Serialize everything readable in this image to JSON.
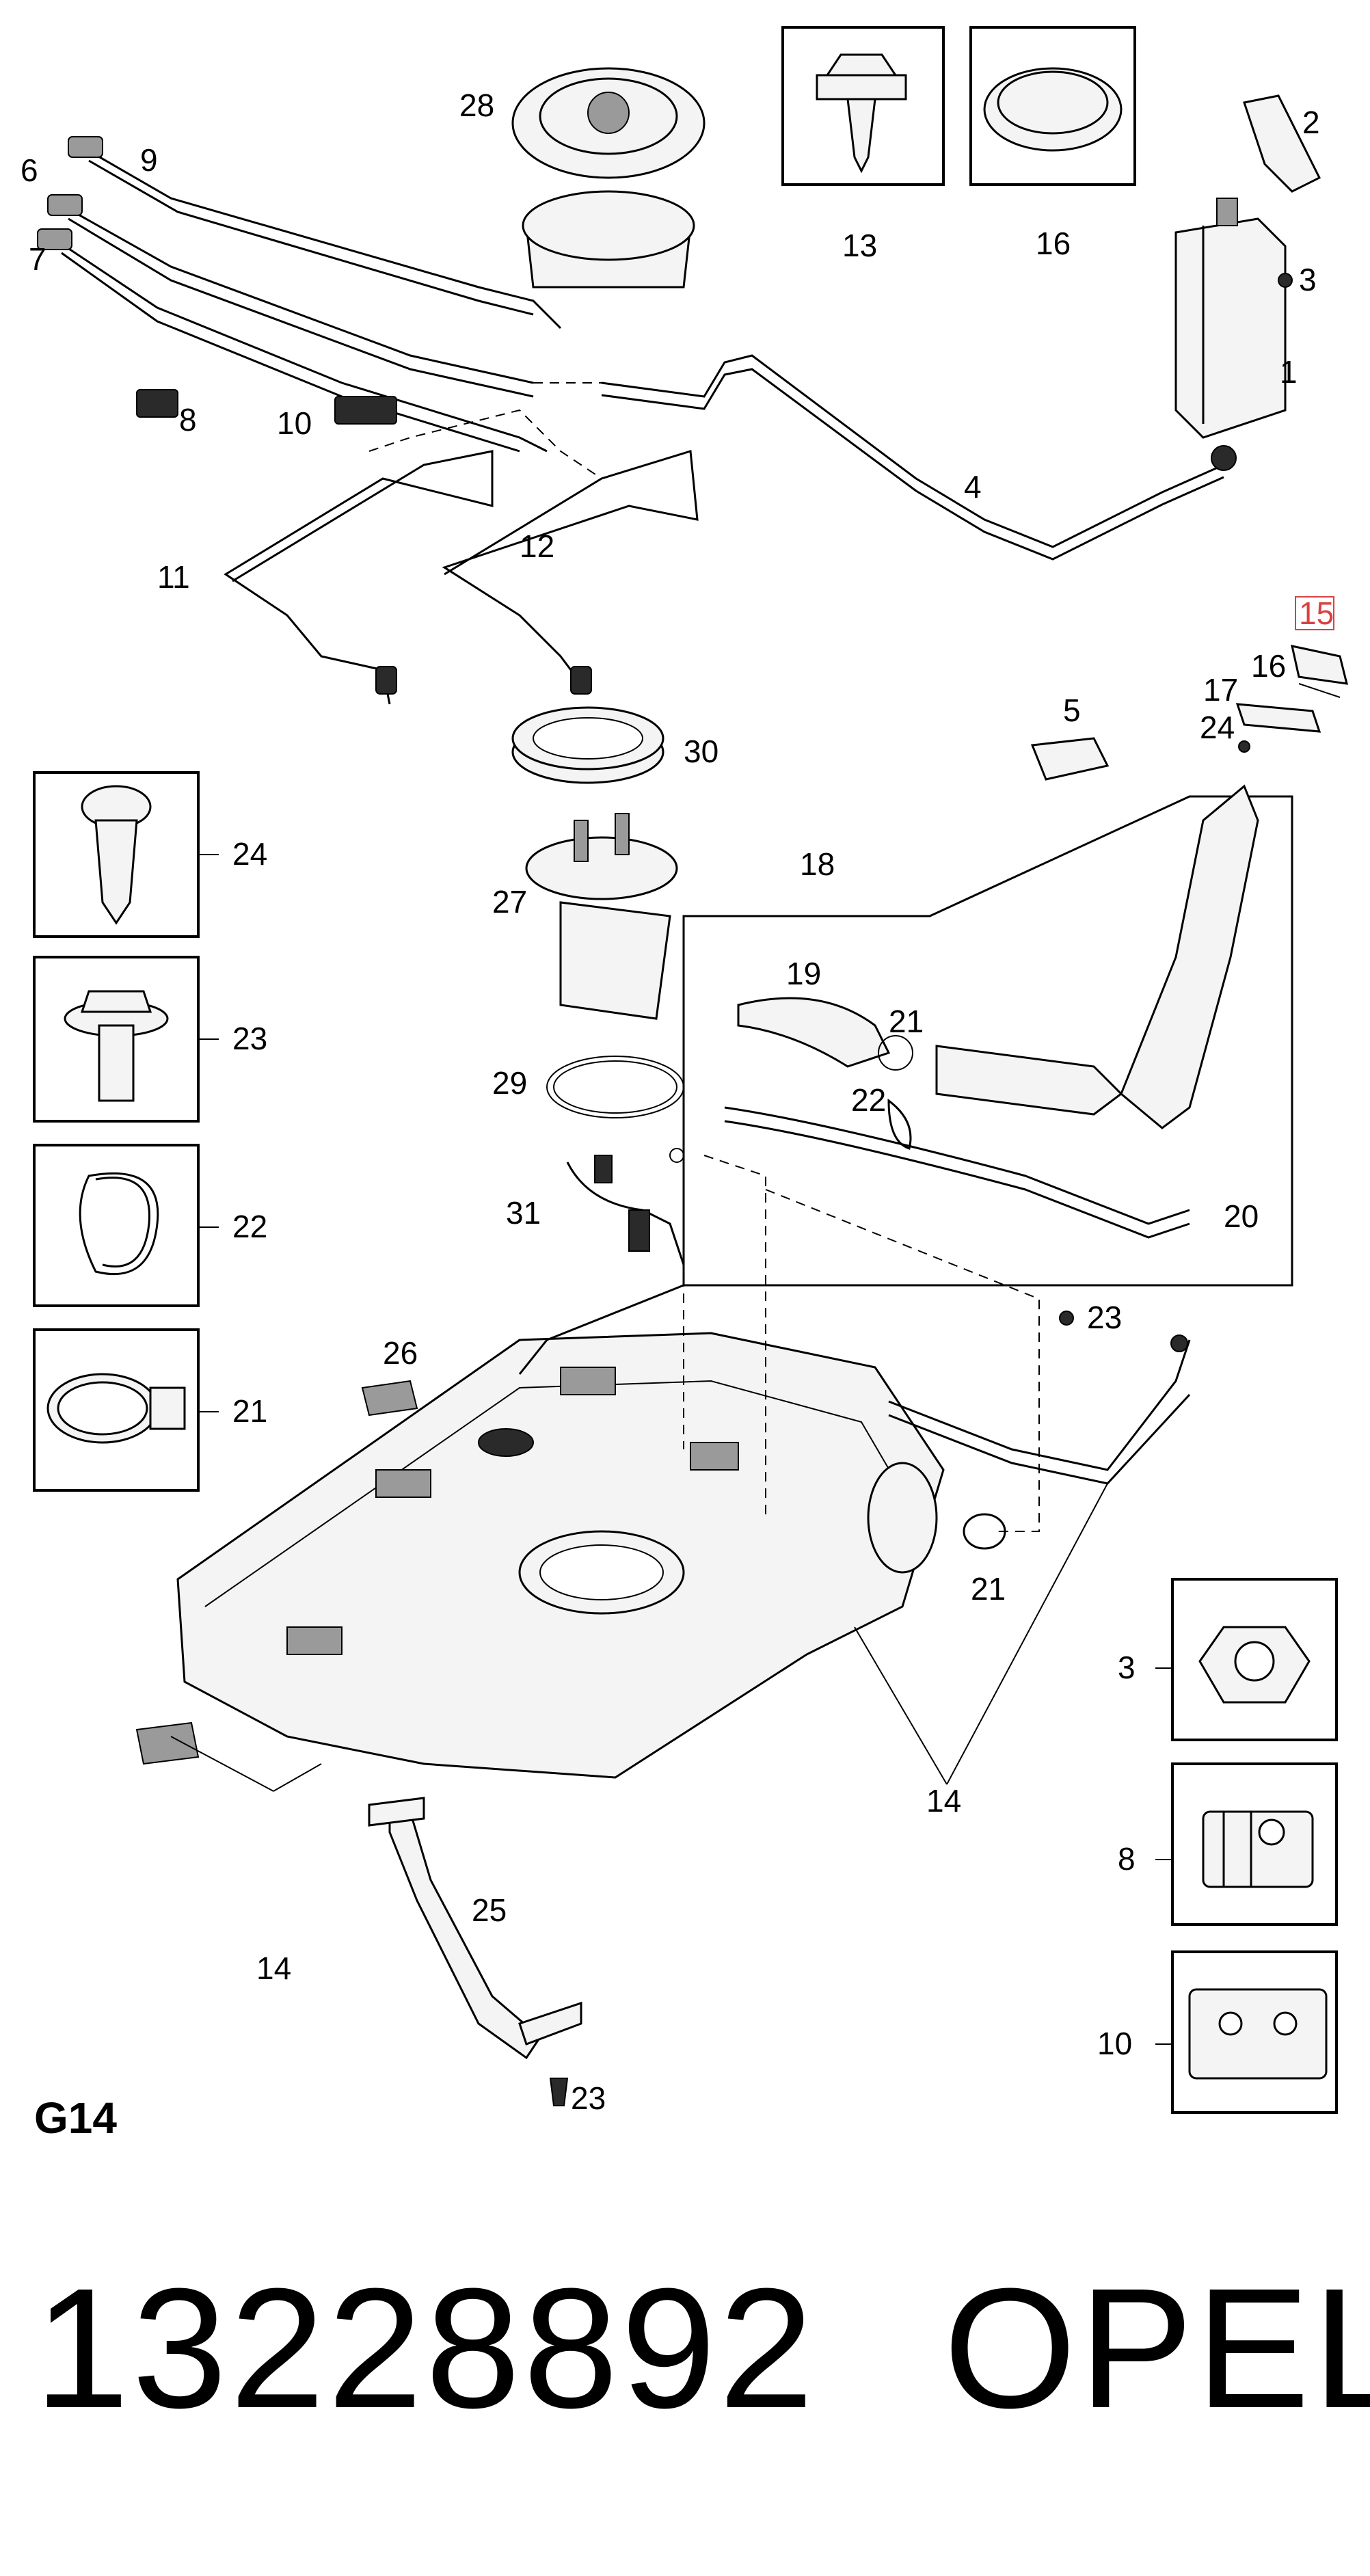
{
  "diagram": {
    "section_code": "G14",
    "callouts": [
      "1",
      "2",
      "3",
      "4",
      "5",
      "6",
      "7",
      "8",
      "9",
      "10",
      "11",
      "12",
      "13",
      "14",
      "15",
      "16",
      "17",
      "18",
      "19",
      "20",
      "21",
      "22",
      "23",
      "24",
      "25",
      "26",
      "27",
      "28",
      "29",
      "30",
      "31"
    ],
    "highlighted_callout": "15",
    "highlight_color": "#d94141"
  },
  "footer": {
    "part_number": "13228892",
    "brand": "OPEL"
  }
}
